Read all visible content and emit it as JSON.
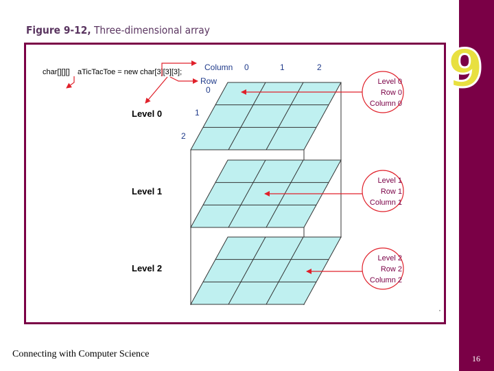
{
  "title": {
    "figure_label": "Figure 9-12,",
    "caption": " Three-dimensional array"
  },
  "chapter_number": "9",
  "code": {
    "declaration_part1": "char[][][]",
    "declaration_part2": "aTicTacToe = new char[3][3][3];"
  },
  "axis_labels": {
    "column": "Column",
    "row": "Row"
  },
  "column_indices": [
    "0",
    "1",
    "2"
  ],
  "row_indices": [
    "0",
    "1",
    "2"
  ],
  "levels": [
    "Level 0",
    "Level 1",
    "Level 2"
  ],
  "callouts": [
    {
      "line1": "Level 0",
      "line2": "Row 0",
      "line3": "Column 0"
    },
    {
      "line1": "Level 1",
      "line2": "Row 1",
      "line3": "Column 1"
    },
    {
      "line1": "Level 2",
      "line2": "Row 2",
      "line3": "Column 2"
    }
  ],
  "colors": {
    "brand": "#7a0046",
    "grid_fill": "#bff0f0",
    "callout_red": "#e0202a",
    "index_blue": "#1f3a8a",
    "chapter_yellow": "#e8e040"
  },
  "footer": "Connecting with Computer Science",
  "page_number": "16"
}
